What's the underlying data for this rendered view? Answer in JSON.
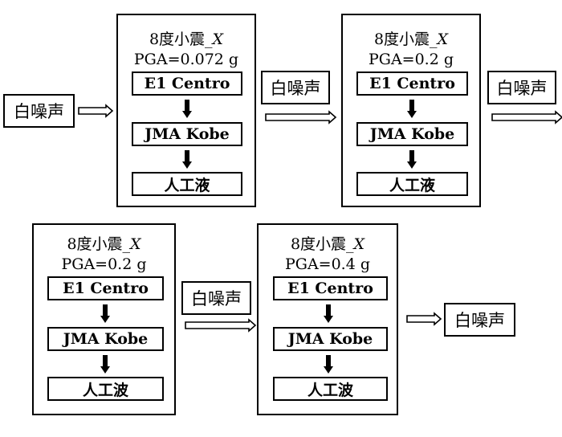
{
  "start_label": "白噪声",
  "stages": [
    {
      "title": "8度小震_",
      "axis": "X",
      "pga": "PGA=0.072 g",
      "waves": [
        "E1 Centro",
        "JMA Kobe",
        "人工液"
      ]
    },
    {
      "title": "8度小震_",
      "axis": "X",
      "pga": "PGA=0.2 g",
      "waves": [
        "E1 Centro",
        "JMA Kobe",
        "人工液"
      ]
    },
    {
      "title": "8度小震_",
      "axis": "X",
      "pga": "PGA=0.2 g",
      "waves": [
        "E1 Centro",
        "JMA Kobe",
        "人工波"
      ]
    },
    {
      "title": "8度小震_",
      "axis": "X",
      "pga": "PGA=0.4 g",
      "waves": [
        "E1 Centro",
        "JMA Kobe",
        "人工波"
      ]
    }
  ],
  "white_noise": [
    "白噪声",
    "白噪声",
    "白噪声",
    "白噪声"
  ]
}
